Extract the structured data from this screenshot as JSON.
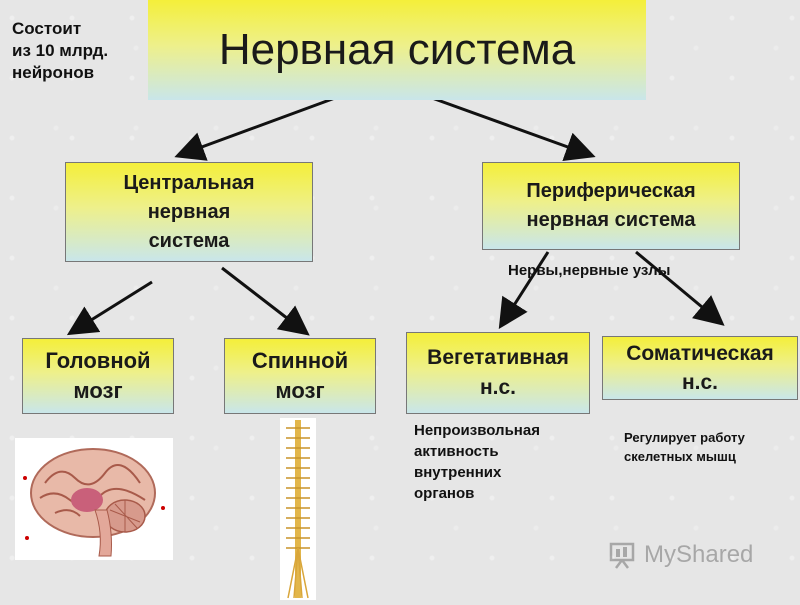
{
  "title": "Нервная система",
  "note_top_left": [
    "Состоит",
    "из 10 млрд.",
    "нейронов"
  ],
  "central": [
    "Центральная",
    "нервная",
    "система"
  ],
  "peripheral": [
    "Периферическая",
    "нервная система"
  ],
  "nerves_note": "Нервы,нервные узлы",
  "brain": [
    "Головной",
    "мозг"
  ],
  "spinal": [
    "Спинной",
    "мозг"
  ],
  "autonomic": [
    "Вегетативная",
    "н.с."
  ],
  "somatic": [
    "Соматическая",
    "н.с."
  ],
  "autonomic_note": [
    "Непроизвольная",
    "активность",
    "внутренних",
    "органов"
  ],
  "somatic_note": [
    "Регулирует работу",
    "скелетных мышц"
  ],
  "watermark": "MyShared",
  "colors": {
    "box_top": "#f4ef3a",
    "box_bottom": "#c9e6ea",
    "arrow": "#111111"
  }
}
